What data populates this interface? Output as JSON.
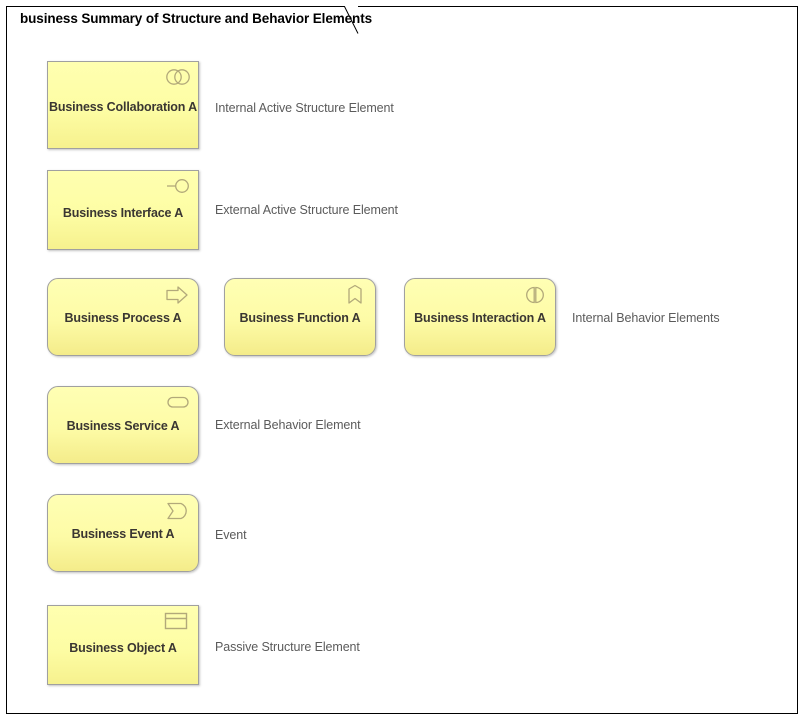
{
  "diagram": {
    "title": "business Summary of Structure and Behavior Elements",
    "border_color": "#000000",
    "background": "#ffffff"
  },
  "style": {
    "element_fill_top": "#ffffb0",
    "element_fill_bottom": "#f4ec8a",
    "element_border": "#a0a0a0",
    "label_color": "#3a3632",
    "annotation_color": "#5b5b5b"
  },
  "elements": [
    {
      "id": "business-collaboration-a",
      "label": "Business Collaboration A",
      "icon": "two-overlapping-circles-icon",
      "shape": "square"
    },
    {
      "id": "business-interface-a",
      "label": "Business Interface A",
      "icon": "lollipop-interface-icon",
      "shape": "square"
    },
    {
      "id": "business-process-a",
      "label": "Business Process A",
      "icon": "right-arrow-icon",
      "shape": "rounded"
    },
    {
      "id": "business-function-a",
      "label": "Business Function A",
      "icon": "function-chevron-icon",
      "shape": "rounded"
    },
    {
      "id": "business-interaction-a",
      "label": "Business Interaction A",
      "icon": "two-half-circles-icon",
      "shape": "rounded"
    },
    {
      "id": "business-service-a",
      "label": "Business Service A",
      "icon": "rounded-pill-icon",
      "shape": "rounded"
    },
    {
      "id": "business-event-a",
      "label": "Business Event A",
      "icon": "event-flag-icon",
      "shape": "rounded"
    },
    {
      "id": "business-object-a",
      "label": "Business Object A",
      "icon": "object-rectangle-icon",
      "shape": "square"
    }
  ],
  "annotations": [
    {
      "id": "internal-active-structure",
      "text": "Internal Active Structure Element"
    },
    {
      "id": "external-active-structure",
      "text": "External Active Structure Element"
    },
    {
      "id": "internal-behavior",
      "text": "Internal Behavior Elements"
    },
    {
      "id": "external-behavior",
      "text": "External Behavior Element"
    },
    {
      "id": "event",
      "text": "Event"
    },
    {
      "id": "passive-structure",
      "text": "Passive Structure Element"
    }
  ]
}
